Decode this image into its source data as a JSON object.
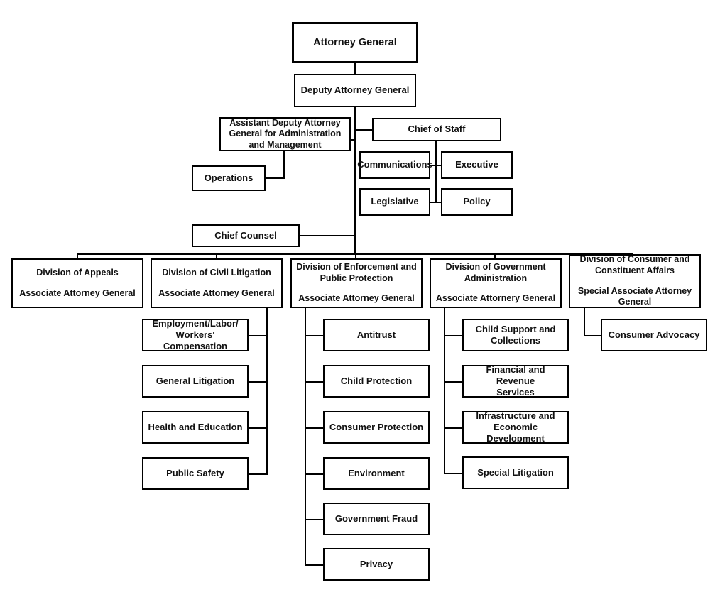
{
  "chart": {
    "title": "Attorney General Office Organizational Chart",
    "type": "org-chart",
    "background_color": "#ffffff",
    "box_border_color": "#000000",
    "text_color": "#111111"
  },
  "nodes": {
    "attorney_general": {
      "label": "Attorney General"
    },
    "deputy_attorney_general": {
      "label": "Deputy Attorney General"
    },
    "assistant_deputy": {
      "line1": "Assistant Deputy Attorney",
      "line2": "General for Administration",
      "line3": "and Management"
    },
    "operations": {
      "label": "Operations"
    },
    "chief_of_staff": {
      "label": "Chief of Staff"
    },
    "communications": {
      "label": "Communications"
    },
    "executive": {
      "label": "Executive"
    },
    "legislative": {
      "label": "Legislative"
    },
    "policy": {
      "label": "Policy"
    },
    "chief_counsel": {
      "label": "Chief Counsel"
    }
  },
  "divisions": [
    {
      "id": "appeals",
      "name": "Division of Appeals",
      "role": "Associate Attorney General",
      "children": []
    },
    {
      "id": "civil-litigation",
      "name": "Division of Civil Litigation",
      "role": "Associate Attorney General",
      "children": [
        {
          "label": "Employment/Labor/\nWorkers' Compensation"
        },
        {
          "label": "General Litigation"
        },
        {
          "label": "Health and Education"
        },
        {
          "label": "Public Safety"
        }
      ]
    },
    {
      "id": "enforcement",
      "name": "Division of Enforcement and\nPublic Protection",
      "role": "Associate Attorney General",
      "children": [
        {
          "label": "Antitrust"
        },
        {
          "label": "Child Protection"
        },
        {
          "label": "Consumer Protection"
        },
        {
          "label": "Environment"
        },
        {
          "label": "Government Fraud"
        },
        {
          "label": "Privacy"
        }
      ]
    },
    {
      "id": "government-administration",
      "name": "Division of Government\nAdministration",
      "role": "Associate Attornery General",
      "children": [
        {
          "label": "Child Support and\nCollections"
        },
        {
          "label": "Financial and Revenue\nServices"
        },
        {
          "label": "Infrastructure and\nEconomic Development"
        },
        {
          "label": "Special Litigation"
        }
      ]
    },
    {
      "id": "consumer-constituent",
      "name": "Division of Consumer and\nConstituent Affairs",
      "role": "Special Associate Attorney\nGeneral",
      "children": [
        {
          "label": "Consumer Advocacy"
        }
      ]
    }
  ]
}
